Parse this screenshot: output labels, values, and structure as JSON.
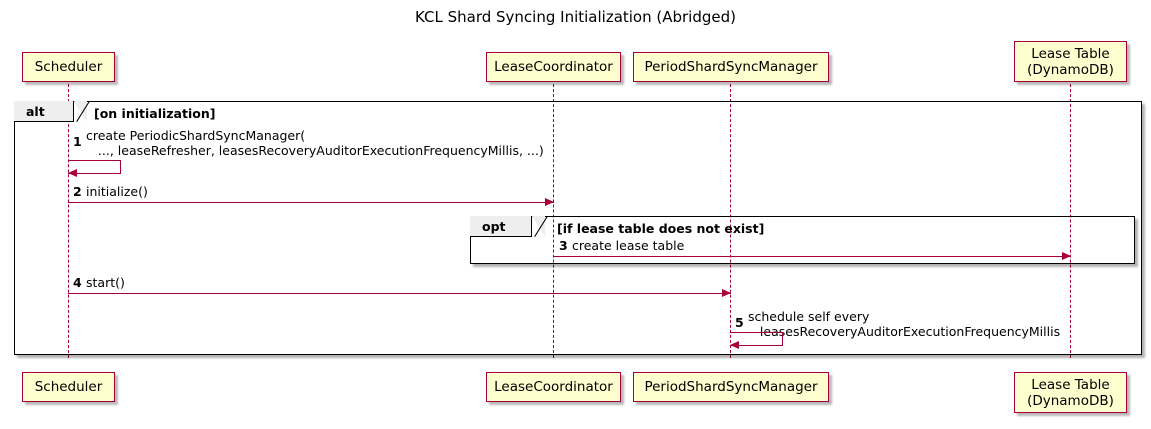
{
  "title": "KCL Shard Syncing Initialization (Abridged)",
  "colors": {
    "participant_fill": "#FEFECE",
    "participant_border": "#A80036",
    "lifeline": "#A80036",
    "arrow": "#A80036",
    "frame_border": "#000000",
    "frame_tab_fill": "#EEEEEE",
    "background": "#FFFFFF"
  },
  "participants": [
    {
      "id": "scheduler",
      "label": "Scheduler",
      "label_line2": ""
    },
    {
      "id": "coordinator",
      "label": "LeaseCoordinator",
      "label_line2": ""
    },
    {
      "id": "syncmanager",
      "label": "PeriodShardSyncManager",
      "label_line2": ""
    },
    {
      "id": "leasetable",
      "label": "Lease Table",
      "label_line2": "(DynamoDB)"
    }
  ],
  "fragments": [
    {
      "id": "alt",
      "keyword": "alt",
      "condition": "[on initialization]"
    },
    {
      "id": "opt",
      "keyword": "opt",
      "condition": "[if lease table does not exist]"
    }
  ],
  "messages": [
    {
      "seq": "1",
      "from": "scheduler",
      "to": "scheduler",
      "kind": "self",
      "line1": "create PeriodicShardSyncManager(",
      "line2": "   ..., leaseRefresher, leasesRecoveryAuditorExecutionFrequencyMillis, ...)"
    },
    {
      "seq": "2",
      "from": "scheduler",
      "to": "coordinator",
      "kind": "sync",
      "line1": "initialize()",
      "line2": ""
    },
    {
      "seq": "3",
      "from": "coordinator",
      "to": "leasetable",
      "kind": "sync",
      "line1": "create lease table",
      "line2": ""
    },
    {
      "seq": "4",
      "from": "scheduler",
      "to": "syncmanager",
      "kind": "sync",
      "line1": "start()",
      "line2": ""
    },
    {
      "seq": "5",
      "from": "syncmanager",
      "to": "syncmanager",
      "kind": "self",
      "line1": "schedule self every",
      "line2": "   leasesRecoveryAuditorExecutionFrequencyMillis"
    }
  ]
}
